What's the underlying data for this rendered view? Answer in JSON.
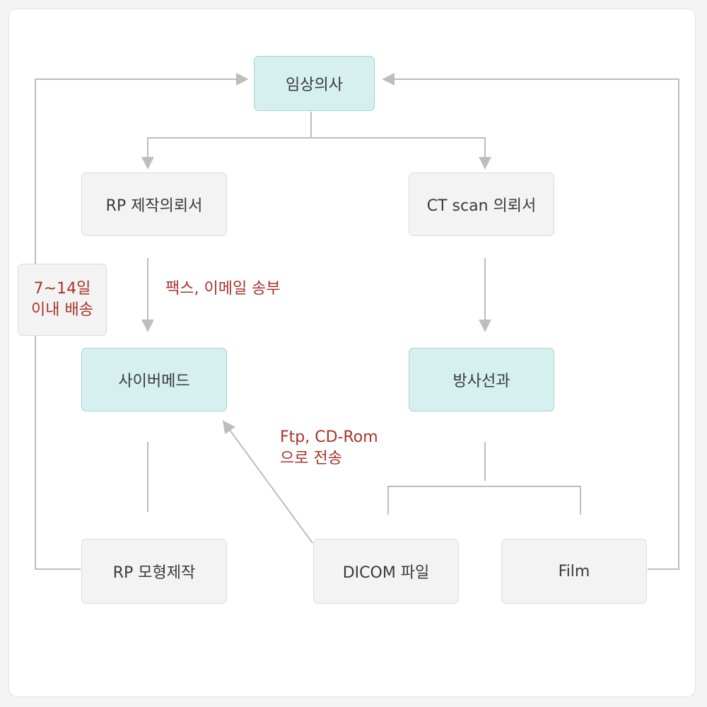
{
  "nodes": {
    "clinician": "임상의사",
    "rp_request": "RP 제작의뢰서",
    "ct_request": "CT scan 의뢰서",
    "cybermed": "사이버메드",
    "radiology": "방사선과",
    "rp_model": "RP 모형제작",
    "dicom_file": "DICOM 파일",
    "film": "Film"
  },
  "annotations": {
    "fax_email": "팩스, 이메일 송부",
    "delivery": [
      "7~14일",
      "이내 배송"
    ],
    "ftp_cdrom": [
      "Ftp, CD-Rom",
      "으로 전송"
    ]
  },
  "colors": {
    "highlight_node": "#d6efef",
    "plain_node": "#f3f3f3",
    "connector": "#bdbdbd",
    "annotation_text": "#a8332b"
  }
}
